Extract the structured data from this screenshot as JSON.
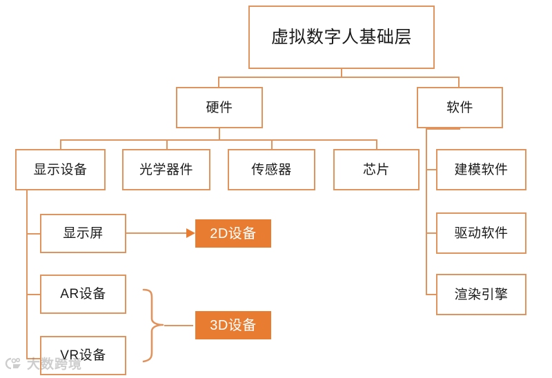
{
  "diagram": {
    "title": "虚拟数字人基础层",
    "root": {
      "label": "虚拟数字人基础层"
    },
    "level2": [
      {
        "label": "硬件"
      },
      {
        "label": "软件"
      }
    ],
    "hardware_children": [
      {
        "label": "显示设备"
      },
      {
        "label": "光学器件"
      },
      {
        "label": "传感器"
      },
      {
        "label": "芯片"
      }
    ],
    "software_children": [
      {
        "label": "建模软件"
      },
      {
        "label": "驱动软件"
      },
      {
        "label": "渲染引擎"
      }
    ],
    "display_children": [
      {
        "label": "显示屏"
      },
      {
        "label": "AR设备"
      },
      {
        "label": "VR设备"
      }
    ],
    "outcomes": [
      {
        "label": "2D设备"
      },
      {
        "label": "3D设备"
      }
    ]
  },
  "watermark": {
    "text": "大数跨境",
    "logo": "circle-logo-icon"
  },
  "colors": {
    "border": "#e0935c",
    "connector": "#e0935c",
    "fill_accent": "#e87d31",
    "text": "#1a1a1a",
    "text_on_accent": "#ffffff",
    "background": "#ffffff"
  }
}
